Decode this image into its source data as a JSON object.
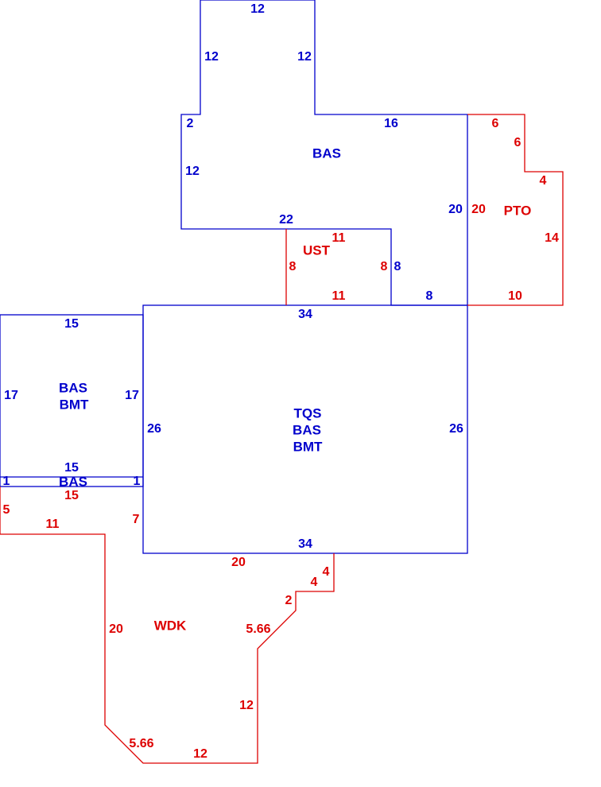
{
  "colors": {
    "blue": "#0000cc",
    "red": "#dd0000"
  },
  "areas": {
    "bas_upper": "BAS",
    "ust": "UST",
    "pto": "PTO",
    "left_bas": "BAS",
    "left_bmt": "BMT",
    "main_tqs": "TQS",
    "main_bas": "BAS",
    "main_bmt": "BMT",
    "strip_bas": "BAS",
    "wdk": "WDK"
  },
  "dims": {
    "top_12": "12",
    "left_12a": "12",
    "right_12a": "12",
    "step_2": "2",
    "side_12b": "12",
    "top_16": "16",
    "side_20_blue": "20",
    "bottom_22": "22",
    "ust_top_11": "11",
    "ust_left_8": "8",
    "ust_right_8": "8",
    "ust_blue_8": "8",
    "ust_bottom_11": "11",
    "blue_8_bottom": "8",
    "pto_6a": "6",
    "pto_6b": "6",
    "pto_4": "4",
    "pto_20": "20",
    "pto_14": "14",
    "pto_10": "10",
    "main_top_34": "34",
    "main_left_26": "26",
    "main_right_26": "26",
    "main_bottom_34": "34",
    "left_top_15": "15",
    "left_17a": "17",
    "left_17b": "17",
    "strip_15_blue": "15",
    "strip_1a": "1",
    "strip_1b": "1",
    "strip_15_red": "15",
    "wdk_5": "5",
    "wdk_11": "11",
    "wdk_7": "7",
    "wdk_20_top": "20",
    "wdk_4a": "4",
    "wdk_4b": "4",
    "wdk_2": "2",
    "wdk_566a": "5.66",
    "wdk_20_left": "20",
    "wdk_12_right": "12",
    "wdk_566b": "5.66",
    "wdk_12_bottom": "12"
  }
}
